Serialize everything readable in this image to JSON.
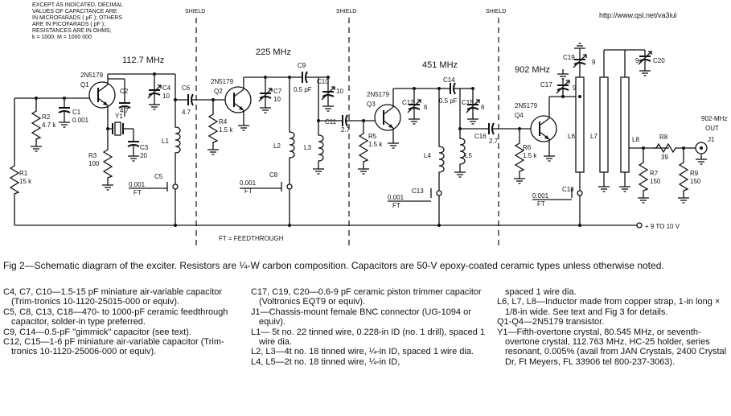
{
  "header_note": [
    "EXCEPT AS INDICATED, DECIMAL",
    "VALUES OF CAPACITANCE ARE",
    "IN MICROFARADS ( μF ); OTHERS",
    "ARE IN PICOFARADS ( pF );",
    "RESISTANCES ARE IN OHMS;",
    "k = 1000, M = 1000 000"
  ],
  "shield_label": "SHIELD",
  "url": "http://www.qsl.net/va3iul",
  "freqs": {
    "f1": "112.7 MHz",
    "f2": "225 MHz",
    "f3": "451 MHz",
    "f4": "902 MHz"
  },
  "transistor_type": "2N5179",
  "feedthrough_note": "FT = FEEDTHROUGH",
  "supply": "+ 9  TO  10  V",
  "output": {
    "label": "902-MHz",
    "out": "OUT",
    "conn": "J1"
  },
  "components": {
    "q1": "Q1",
    "q2": "Q2",
    "q3": "Q3",
    "q4": "Q4",
    "r1": "R1",
    "r1v": "15 k",
    "r2": "R2",
    "r2v": "4.7 k",
    "r3": "R3",
    "r3v": "100",
    "r4": "R4",
    "r4v": "1.5 k",
    "r5": "R5",
    "r5v": "1.5 k",
    "r6": "R6",
    "r6v": "1.5 k",
    "r7": "R7",
    "r7v": "150",
    "r8": "R8",
    "r8v": "39",
    "r9": "R9",
    "r9v": "150",
    "c1": "C1",
    "c1v": "0.001",
    "c2": "C2",
    "c2v": "4.7",
    "c3": "C3",
    "c3v": "20",
    "c4": "C4",
    "c4v": "10",
    "c5": "C5",
    "c6": "C6",
    "c6v": "4.7",
    "c7": "C7",
    "c7v": "10",
    "c8": "C8",
    "c9": "C9",
    "c9v": "0.5 pF",
    "c10": "C10",
    "c10v": "10",
    "c11": "C11",
    "c11v": "2.7",
    "c12": "C12",
    "c12v": "6",
    "c13": "C13",
    "c14": "C14",
    "c14v": "0.5 pF",
    "c15": "C15",
    "c15v": "6",
    "c16": "C16",
    "c16v": "2.7",
    "c17": "C17",
    "c17v": "9",
    "c18": "C18",
    "c19": "C19",
    "c19v": "9",
    "c20": "C20",
    "c20v": "9",
    "y1": "Y1",
    "l1": "L1",
    "l2": "L2",
    "l3": "L3",
    "l4": "L4",
    "l5": "L5",
    "l6": "L6",
    "l7": "L7",
    "l8": "L8",
    "ft_val": "0.001",
    "ft": "FT"
  },
  "caption": "Fig 2—Schematic diagram of the exciter. Resistors are ¼-W carbon composition. Capacitors are 50-V epoxy-coated ceramic types unless otherwise noted.",
  "parts_col1": [
    "C4, C7, C10—1.5-15 pF miniature air-variable capacitor (Trim-tronics 10-1120-25015-000 or equiv).",
    "C5, C8, C13, C18—470- to 1000-pF ceramic feedthrough capacitor, solder-in type preferred.",
    "C9, C14—0.5-pF \"gimmick\" capacitor (see text).",
    "C12, C15—1-6 pF miniature air-variable capacitor (Trim-tronics 10-1120-25006-000 or equiv)."
  ],
  "parts_col2": [
    "C17, C19, C20—0.6-9 pF ceramic piston trimmer capacitor (Voltronics EQT9 or equiv).",
    "J1—Chassis-mount female BNC connector (UG-1094 or equiv).",
    "L1— 5t no. 22 tinned wire, 0.228-in ID (no. 1 drill), spaced 1 wire dia.",
    "L2, L3—4t no. 18 tinned wire, ¼-in ID, spaced 1 wire dia.",
    "L4, L5—2t no. 18 tinned wire, ¼-in ID,"
  ],
  "parts_col3": [
    "spaced 1 wire dia.",
    "L6, L7, L8—Inductor made from copper strap, 1-in long × 1/8-in wide. See text and Fig 3 for details.",
    "Q1-Q4—2N5179 transistor.",
    "Y1—Fifth-overtone crystal, 80.545 MHz, or seventh-overtone crystal, 112.763 MHz, HC-25 holder, series resonant, 0.005% (avail from JAN Crystals, 2400 Crystal Dr, Ft Meyers, FL 33906 tel 800-237-3063)."
  ]
}
